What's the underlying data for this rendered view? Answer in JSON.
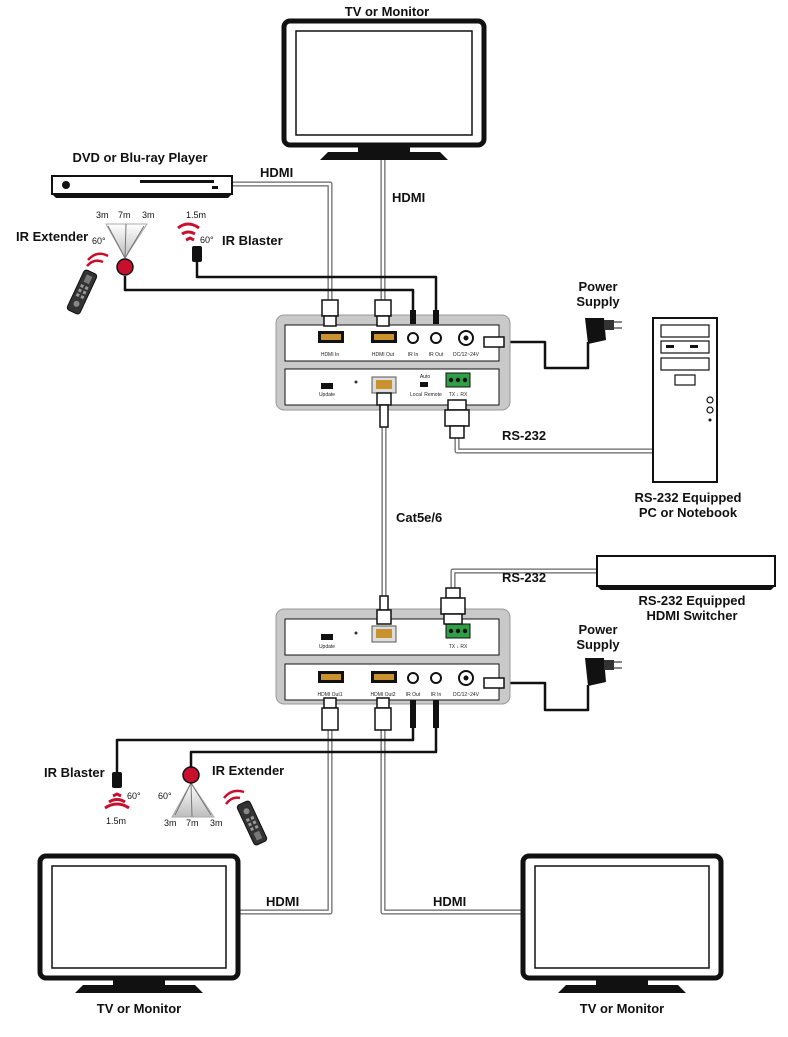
{
  "labels": {
    "tv_top": "TV or Monitor",
    "dvd": "DVD or Blu-ray Player",
    "hdmi_dvd": "HDMI",
    "hdmi_tv_top": "HDMI",
    "ir_extender_top": "IR Extender",
    "ir_blaster_top": "IR Blaster",
    "ir_ext_top_3m_left": "3m",
    "ir_ext_top_7m": "7m",
    "ir_ext_top_3m_right": "3m",
    "ir_ext_top_60": "60°",
    "ir_blaster_top_15": "1.5m",
    "ir_blaster_top_60": "60°",
    "power_top_line1": "Power",
    "power_top_line2": "Supply",
    "rs232_top": "RS-232",
    "pc_line1": "RS-232 Equipped",
    "pc_line2": "PC or Notebook",
    "cat": "Cat5e/6",
    "rs232_bottom": "RS-232",
    "switcher_line1": "RS-232 Equipped",
    "switcher_line2": "HDMI Switcher",
    "power_bottom_line1": "Power",
    "power_bottom_line2": "Supply",
    "ir_blaster_bottom": "IR Blaster",
    "ir_extender_bottom": "IR Extender",
    "ir_blaster_bottom_60": "60°",
    "ir_blaster_bottom_15": "1.5m",
    "ir_ext_bottom_60": "60°",
    "ir_ext_bottom_3m_left": "3m",
    "ir_ext_bottom_7m": "7m",
    "ir_ext_bottom_3m_right": "3m",
    "hdmi_bottom_left": "HDMI",
    "hdmi_bottom_right": "HDMI",
    "tv_bottom_left": "TV or Monitor",
    "tv_bottom_right": "TV or Monitor"
  },
  "tx_ports": {
    "hdmi_in": "HDMI In",
    "hdmi_out": "HDMI Out",
    "ir_in": "IR In",
    "ir_out": "IR Out",
    "dc": "DC/12~24V",
    "update": "Update",
    "auto": "Auto",
    "local": "Local",
    "remote": "Remote",
    "tx_rx": "TX ↓ RX"
  },
  "rx_ports": {
    "hdmi_out1": "HDMI Out1",
    "hdmi_out2": "HDMI Out2",
    "ir_out": "IR Out",
    "ir_in": "IR In",
    "dc": "DC/12~24V",
    "update": "Update",
    "tx_rx": "TX ↓ RX"
  },
  "colors": {
    "ir_red": "#c8102e",
    "terminal_green": "#2f9e44",
    "hdmi_gold": "#c9922e",
    "device_grey": "#c9c9c9"
  }
}
